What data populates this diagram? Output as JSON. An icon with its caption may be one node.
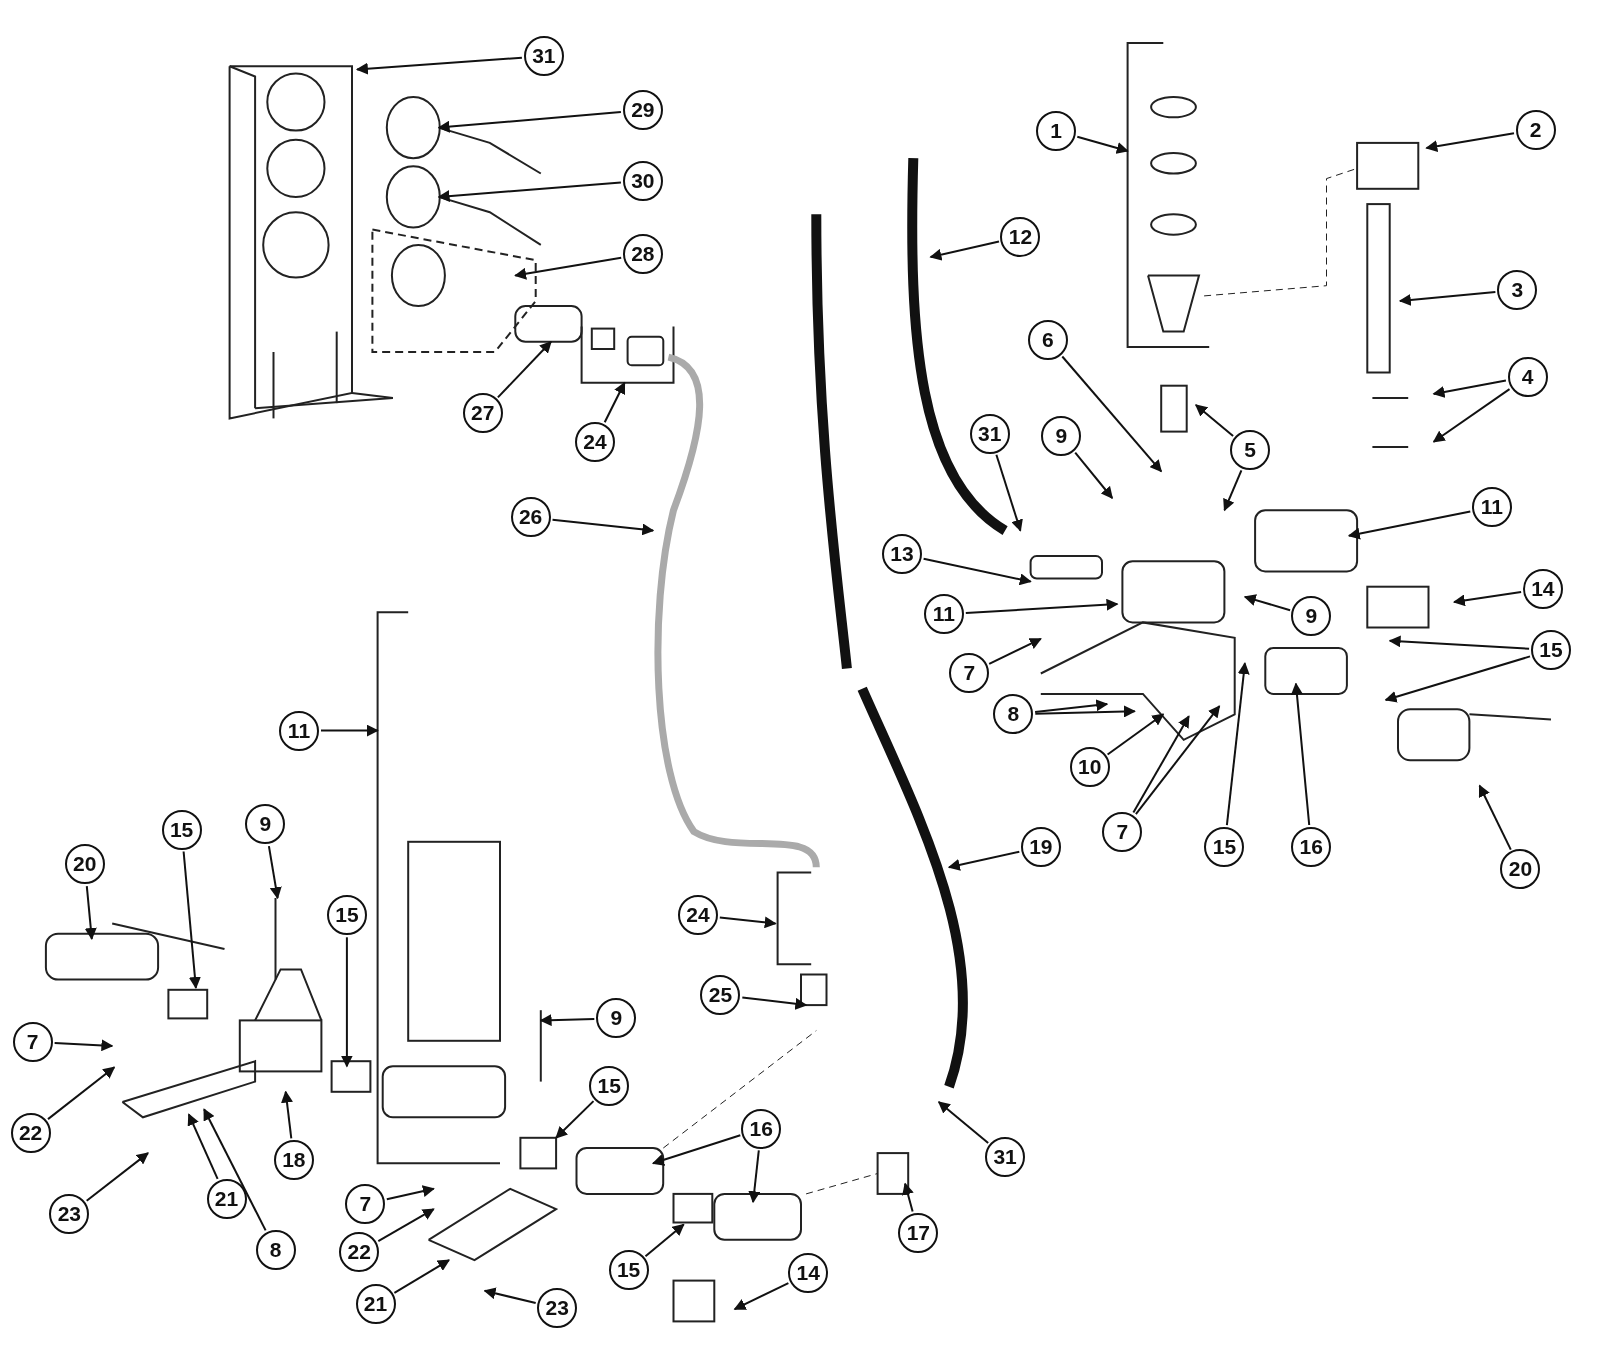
{
  "diagram": {
    "nodes": [
      {
        "text": [
          "1"
        ]
      },
      {
        "text": [
          "2"
        ]
      },
      {
        "text": [
          "31"
        ]
      },
      {
        "text": [
          "29"
        ]
      },
      {
        "text": [
          "30"
        ]
      },
      {
        "text": [
          "12"
        ]
      },
      {
        "text": [
          "28"
        ]
      },
      {
        "text": [
          "3"
        ]
      },
      {
        "text": [
          "6"
        ]
      },
      {
        "text": [
          "4"
        ]
      },
      {
        "text": [
          "27"
        ]
      },
      {
        "text": [
          "24"
        ]
      },
      {
        "text": [
          "31"
        ]
      },
      {
        "text": [
          "9"
        ]
      },
      {
        "text": [
          "5"
        ]
      },
      {
        "text": [
          "11"
        ]
      },
      {
        "text": [
          "26"
        ]
      },
      {
        "text": [
          "13"
        ]
      },
      {
        "text": [
          "14"
        ]
      },
      {
        "text": [
          "11"
        ]
      },
      {
        "text": [
          "9"
        ]
      },
      {
        "text": [
          "15"
        ]
      },
      {
        "text": [
          "7"
        ]
      },
      {
        "text": [
          "8"
        ]
      },
      {
        "text": [
          "11"
        ]
      },
      {
        "text": [
          "10"
        ]
      },
      {
        "text": [
          "15"
        ]
      },
      {
        "text": [
          "9"
        ]
      },
      {
        "text": [
          "7"
        ]
      },
      {
        "text": [
          "15"
        ]
      },
      {
        "text": [
          "16"
        ]
      },
      {
        "text": [
          "19"
        ]
      },
      {
        "text": [
          "20"
        ]
      },
      {
        "text": [
          "20"
        ]
      },
      {
        "text": [
          "15"
        ]
      },
      {
        "text": [
          "24"
        ]
      },
      {
        "text": [
          "25"
        ]
      },
      {
        "text": [
          "9"
        ]
      },
      {
        "text": [
          "7"
        ]
      },
      {
        "text": [
          "15"
        ]
      },
      {
        "text": [
          "16"
        ]
      },
      {
        "text": [
          "22"
        ]
      },
      {
        "text": [
          "31"
        ]
      },
      {
        "text": [
          "18"
        ]
      },
      {
        "text": [
          "21"
        ]
      },
      {
        "text": [
          "7"
        ]
      },
      {
        "text": [
          "23"
        ]
      },
      {
        "text": [
          "17"
        ]
      },
      {
        "text": [
          "8"
        ]
      },
      {
        "text": [
          "22"
        ]
      },
      {
        "text": [
          "15"
        ]
      },
      {
        "text": [
          "14"
        ]
      },
      {
        "text": [
          "21"
        ]
      },
      {
        "text": [
          "23"
        ]
      }
    ],
    "edges": [
      {
        "from": 0,
        "to": null,
        "arrow": "to"
      },
      {
        "from": 1,
        "to": null,
        "arrow": "to"
      },
      {
        "from": 2,
        "to": null,
        "arrow": "to"
      },
      {
        "from": 3,
        "to": null,
        "arrow": "to"
      },
      {
        "from": 4,
        "to": null,
        "arrow": "to"
      },
      {
        "from": 5,
        "to": null,
        "arrow": "to"
      },
      {
        "from": 6,
        "to": null,
        "arrow": "to"
      },
      {
        "from": 7,
        "to": null,
        "arrow": "to"
      },
      {
        "from": 8,
        "to": null,
        "arrow": "to"
      },
      {
        "from": 9,
        "to": null,
        "arrow": "to"
      },
      {
        "from": 9,
        "to": null,
        "arrow": "to"
      },
      {
        "from": 10,
        "to": null,
        "arrow": "to"
      },
      {
        "from": 11,
        "to": null,
        "arrow": "to"
      },
      {
        "from": 12,
        "to": null,
        "arrow": "to"
      },
      {
        "from": 13,
        "to": null,
        "arrow": "to"
      },
      {
        "from": 14,
        "to": null,
        "arrow": "to"
      },
      {
        "from": 14,
        "to": null,
        "arrow": "to"
      },
      {
        "from": 15,
        "to": null,
        "arrow": "to"
      },
      {
        "from": 16,
        "to": null,
        "arrow": "to"
      },
      {
        "from": 17,
        "to": null,
        "arrow": "to"
      },
      {
        "from": 18,
        "to": null,
        "arrow": "to"
      },
      {
        "from": 19,
        "to": null,
        "arrow": "to"
      },
      {
        "from": 20,
        "to": null,
        "arrow": "to"
      },
      {
        "from": 21,
        "to": null,
        "arrow": "to"
      },
      {
        "from": 21,
        "to": null,
        "arrow": "to"
      },
      {
        "from": 22,
        "to": null,
        "arrow": "to"
      },
      {
        "from": 23,
        "to": null,
        "arrow": "to"
      },
      {
        "from": 23,
        "to": null,
        "arrow": "to"
      },
      {
        "from": 24,
        "to": null,
        "arrow": "to"
      },
      {
        "from": 25,
        "to": null,
        "arrow": "to"
      },
      {
        "from": 26,
        "to": null,
        "arrow": "to"
      },
      {
        "from": 27,
        "to": null,
        "arrow": "to"
      },
      {
        "from": 28,
        "to": null,
        "arrow": "to"
      },
      {
        "from": 28,
        "to": null,
        "arrow": "to"
      },
      {
        "from": 29,
        "to": null,
        "arrow": "to"
      },
      {
        "from": 30,
        "to": null,
        "arrow": "to"
      },
      {
        "from": 31,
        "to": null,
        "arrow": "to"
      },
      {
        "from": 32,
        "to": null,
        "arrow": "to"
      },
      {
        "from": 33,
        "to": null,
        "arrow": "to"
      },
      {
        "from": 34,
        "to": null,
        "arrow": "to"
      },
      {
        "from": 35,
        "to": null,
        "arrow": "to"
      },
      {
        "from": 36,
        "to": null,
        "arrow": "to"
      },
      {
        "from": 37,
        "to": null,
        "arrow": "to"
      },
      {
        "from": 38,
        "to": null,
        "arrow": "to"
      },
      {
        "from": 39,
        "to": null,
        "arrow": "to"
      },
      {
        "from": 40,
        "to": null,
        "arrow": "to"
      },
      {
        "from": 40,
        "to": null,
        "arrow": "to"
      },
      {
        "from": 41,
        "to": null,
        "arrow": "to"
      },
      {
        "from": 42,
        "to": null,
        "arrow": "to"
      },
      {
        "from": 43,
        "to": null,
        "arrow": "to"
      },
      {
        "from": 44,
        "to": null,
        "arrow": "to"
      },
      {
        "from": 45,
        "to": null,
        "arrow": "to"
      },
      {
        "from": 46,
        "to": null,
        "arrow": "to"
      },
      {
        "from": 47,
        "to": null,
        "arrow": "to"
      },
      {
        "from": 48,
        "to": null,
        "arrow": "to"
      },
      {
        "from": 49,
        "to": null,
        "arrow": "to"
      },
      {
        "from": 50,
        "to": null,
        "arrow": "to"
      },
      {
        "from": 51,
        "to": null,
        "arrow": "to"
      },
      {
        "from": 52,
        "to": null,
        "arrow": "to"
      },
      {
        "from": 53,
        "to": null,
        "arrow": "to"
      }
    ]
  }
}
